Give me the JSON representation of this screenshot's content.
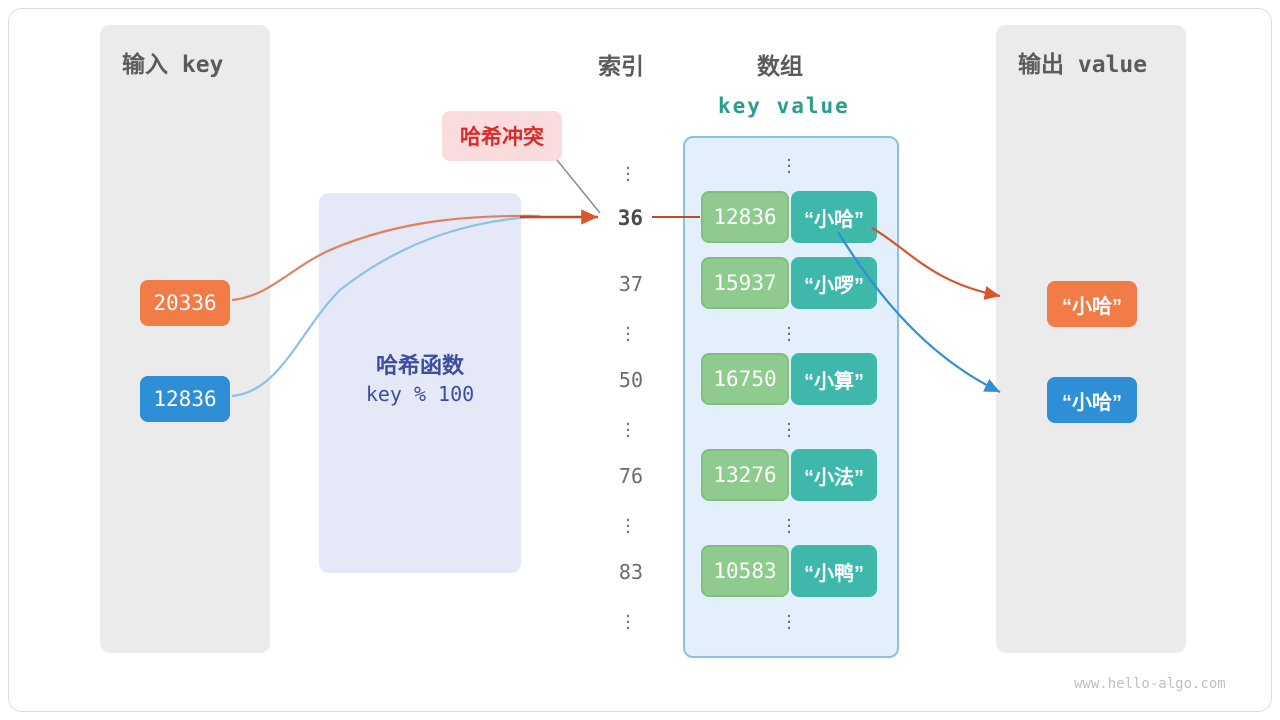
{
  "page": {
    "watermark": "www.hello-algo.com"
  },
  "panels": {
    "input": {
      "title": "输入 key"
    },
    "output": {
      "title": "输出 value"
    }
  },
  "headers": {
    "index": "索引",
    "array": "数组",
    "key_value": "key  value"
  },
  "hash_function": {
    "title": "哈希函数",
    "formula": "key % 100"
  },
  "collision_badge": {
    "label": "哈希冲突"
  },
  "inputs": [
    {
      "value": "20336",
      "color": "#f27c48"
    },
    {
      "value": "12836",
      "color": "#2e8fd6"
    }
  ],
  "outputs": [
    {
      "value": "“小哈”",
      "color": "#f27c48"
    },
    {
      "value": "“小哈”",
      "color": "#2e8fd6"
    }
  ],
  "buckets": [
    {
      "index": "36",
      "key": "12836",
      "value": "“小哈”",
      "highlight": true
    },
    {
      "index": "37",
      "key": "15937",
      "value": "“小啰”",
      "highlight": false
    },
    {
      "index": "50",
      "key": "16750",
      "value": "“小算”",
      "highlight": false
    },
    {
      "index": "76",
      "key": "13276",
      "value": "“小法”",
      "highlight": false
    },
    {
      "index": "83",
      "key": "10583",
      "value": "“小鸭”",
      "highlight": false
    }
  ],
  "colors": {
    "key_cell": "#8fcb8f",
    "value_cell": "#3fb8ac",
    "array_panel": "#e3f0fb",
    "hash_panel": "#e4e8f7",
    "side_panel": "#ebebeb",
    "orange": "#f27c48",
    "blue": "#2e8fd6",
    "collision_text": "#d92b2b"
  }
}
